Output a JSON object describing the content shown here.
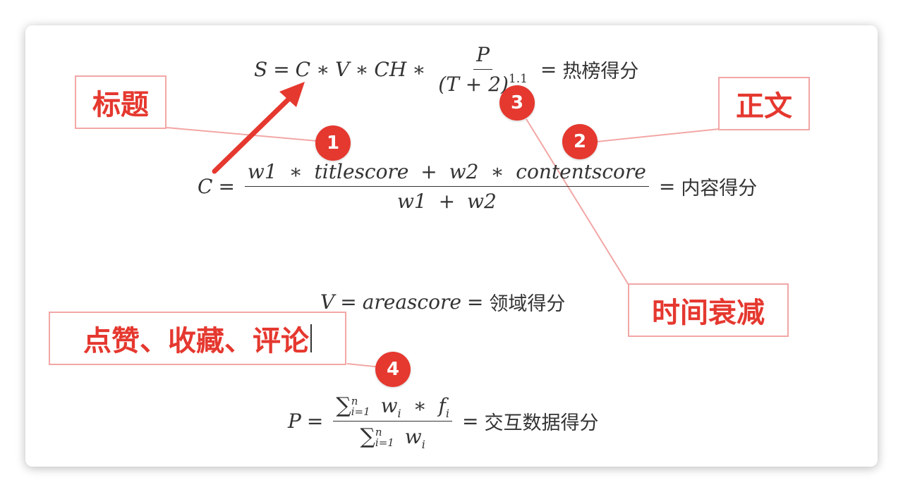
{
  "equations": {
    "s": {
      "lhs": "S",
      "terms": [
        "C",
        "V",
        "CH"
      ],
      "numerator": "P",
      "den_base": "(T + 2)",
      "exponent": "1.1",
      "meaning": "热榜得分"
    },
    "c": {
      "lhs": "C",
      "numerator": [
        "w1",
        "titlescore",
        "w2",
        "contentscore"
      ],
      "denominator": [
        "w1",
        "w2"
      ],
      "meaning": "内容得分"
    },
    "v": {
      "lhs": "V",
      "rhs": "areascore",
      "meaning": "领域得分"
    },
    "p": {
      "lhs": "P",
      "upper": "n",
      "lower": "i=1",
      "num_w": "w",
      "num_f": "f",
      "idx": "i",
      "meaning": "交互数据得分"
    }
  },
  "labels": {
    "title": "标题",
    "content": "正文",
    "time_decay": "时间衰减",
    "interaction": "点赞、收藏、评论"
  },
  "badges": [
    "1",
    "2",
    "3",
    "4"
  ],
  "colors": {
    "accent": "#e5382f",
    "border": "#f2a7a5",
    "text": "#333333"
  }
}
